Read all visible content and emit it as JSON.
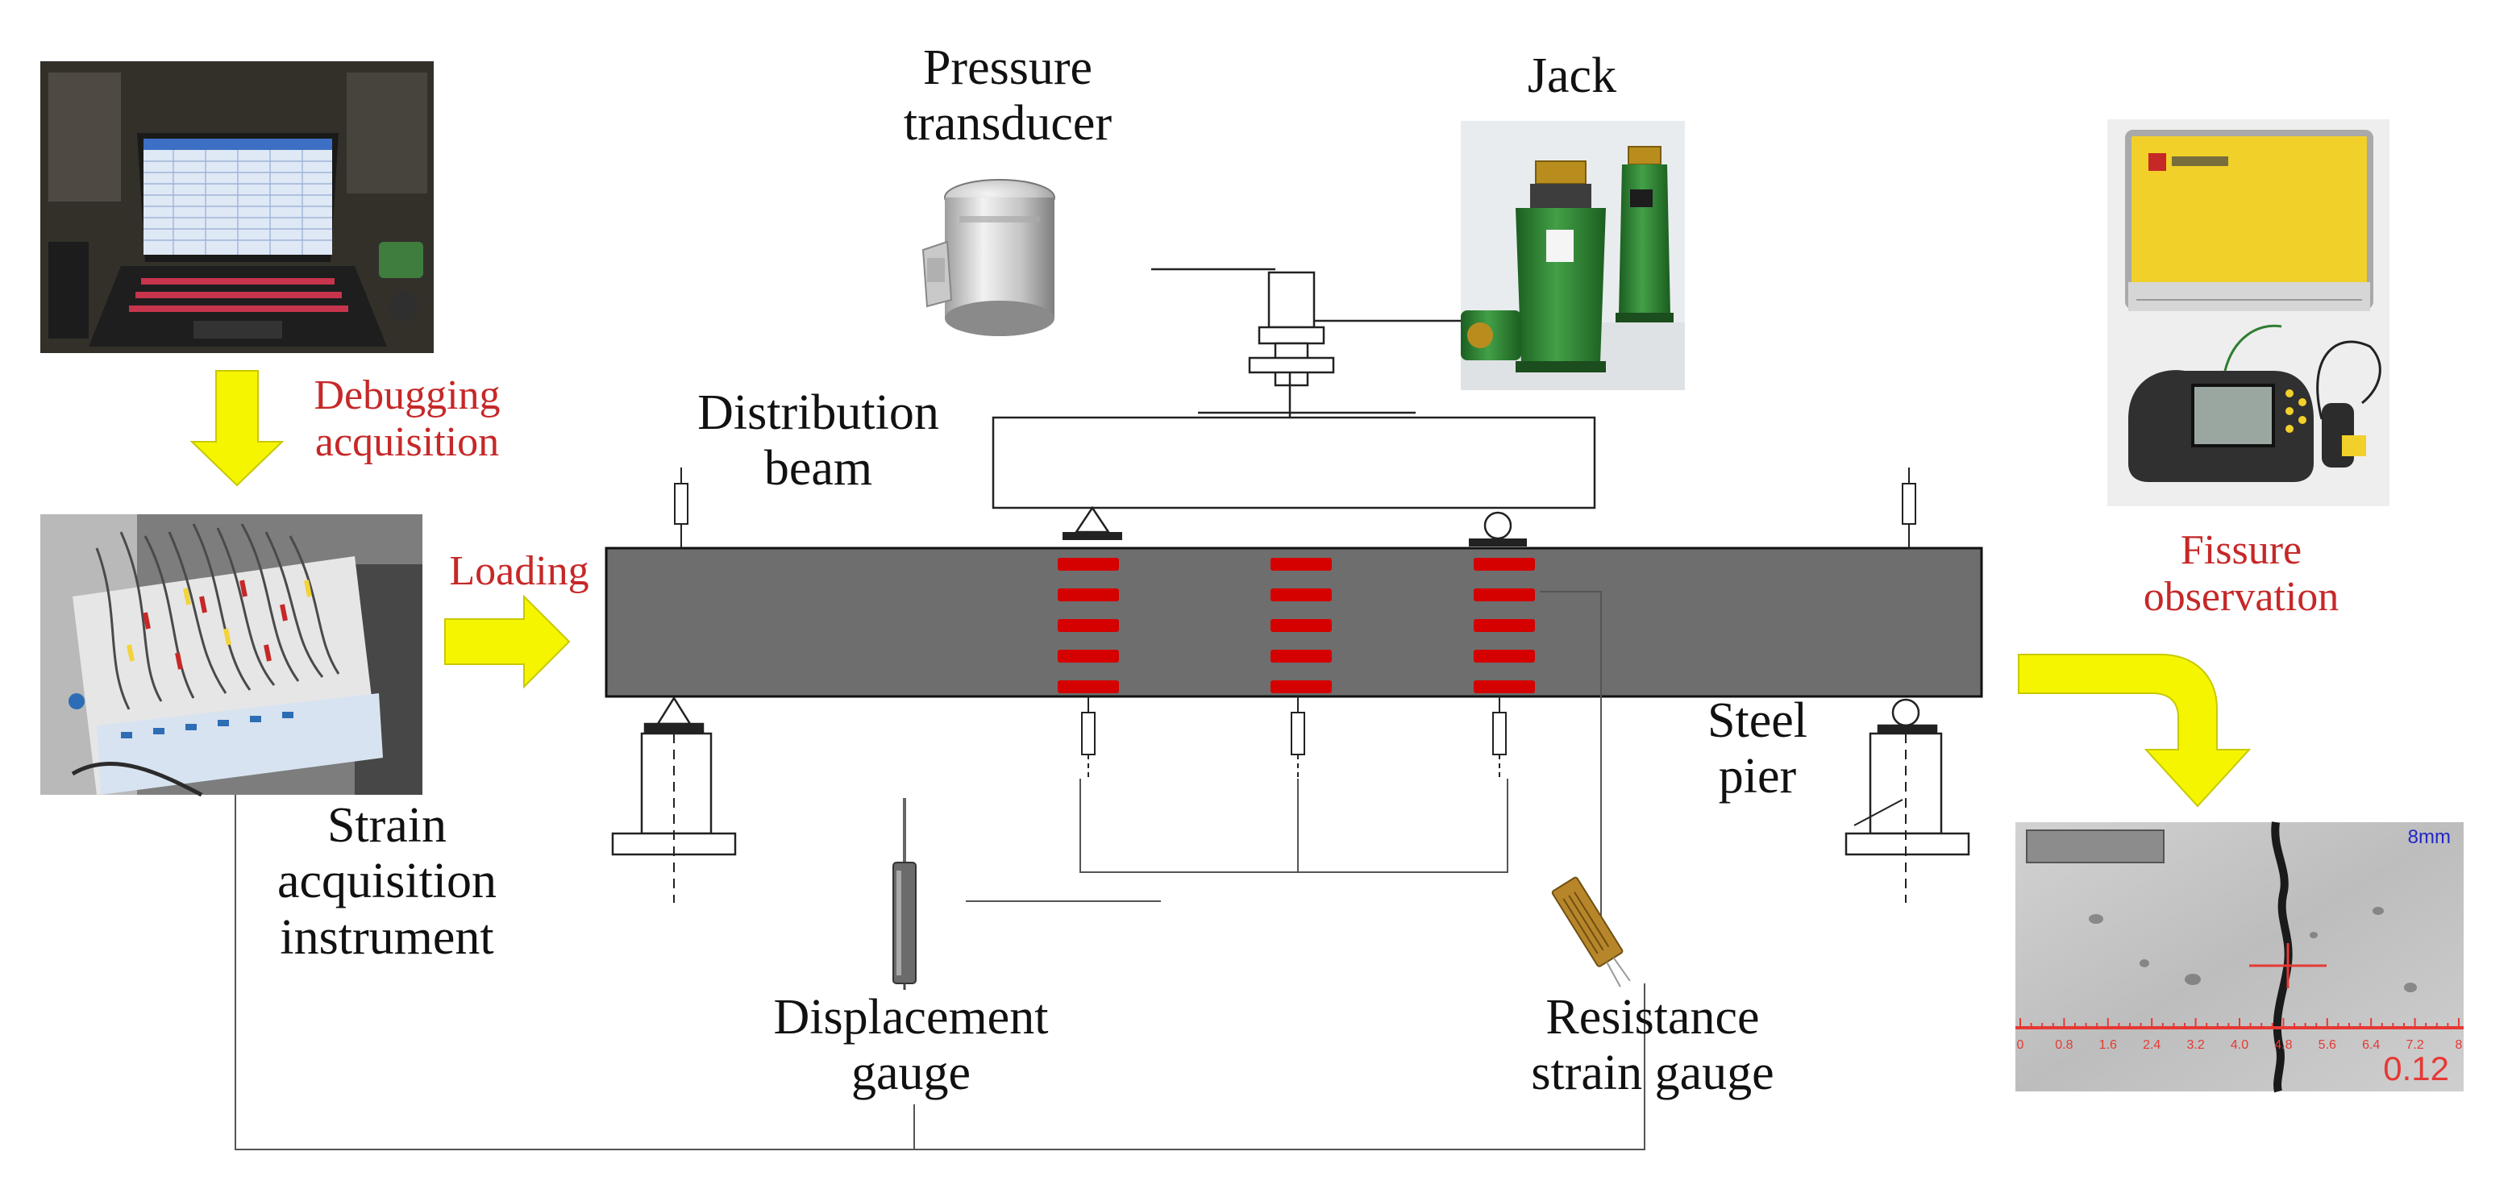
{
  "labels": {
    "pressure_transducer": [
      "Pressure",
      "transducer"
    ],
    "jack": "Jack",
    "debugging_acquisition": [
      "Debugging",
      "acquisition"
    ],
    "distribution_beam": [
      "Distribution",
      "beam"
    ],
    "loading": "Loading",
    "fissure_observation": [
      "Fissure",
      "observation"
    ],
    "steel_pier": [
      "Steel",
      "pier"
    ],
    "strain_acquisition_instrument": [
      "Strain",
      "acquisition",
      "instrument"
    ],
    "displacement_gauge": [
      "Displacement",
      "gauge"
    ],
    "resistance_strain_gauge": [
      "Resistance",
      "strain gauge"
    ]
  },
  "crack_viewer": {
    "scale_label": "8mm",
    "reading": "0.12",
    "ruler_ticks": [
      "0",
      "0.8",
      "1.6",
      "2.4",
      "3.2",
      "4.0",
      "4.8",
      "5.6",
      "6.4",
      "7.2",
      "8"
    ]
  },
  "colors": {
    "beam": "#6e6e6e",
    "strain_gauges": "#d50000",
    "arrows": "#f5f500",
    "label_red": "#c62828",
    "ruler": "#e53935"
  },
  "icons": {
    "laptop": "laptop-photo-icon",
    "strain_box": "strain-acquisition-box-photo-icon",
    "transducer": "load-cell-icon",
    "jack": "hydraulic-jack-icon",
    "crack_width_meter": "crack-width-meter-icon",
    "displacement_gauge": "lvdt-icon",
    "strain_gauge": "foil-strain-gauge-icon"
  }
}
